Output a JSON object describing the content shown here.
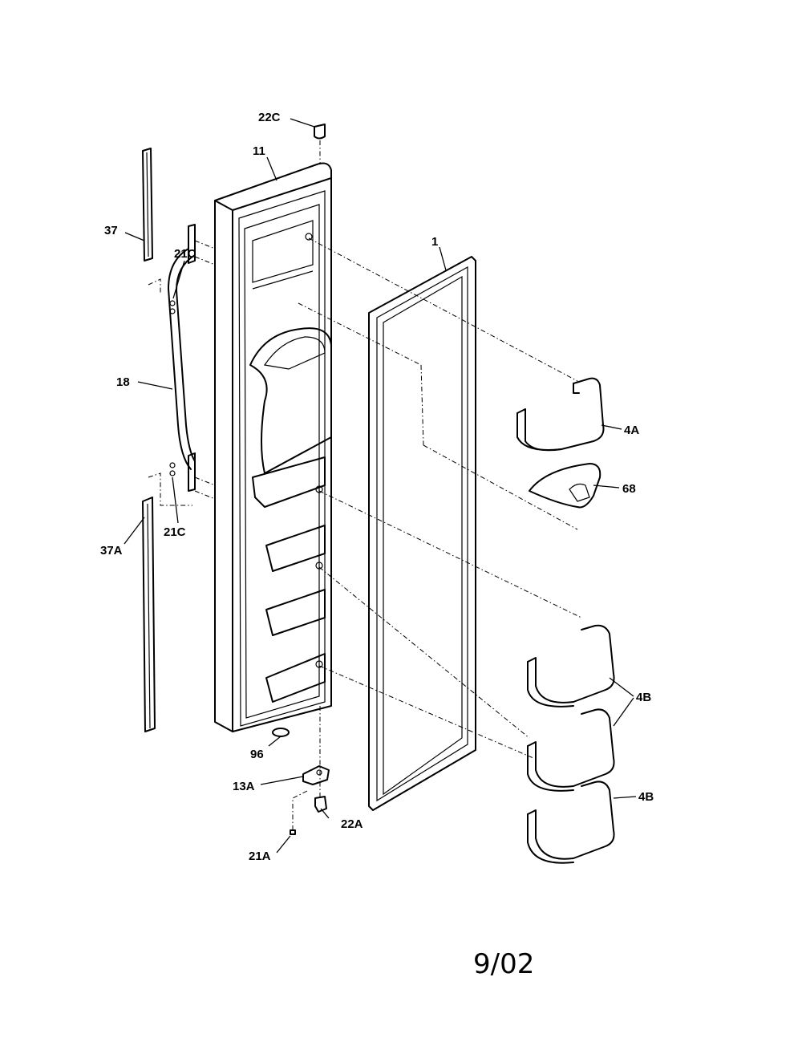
{
  "labels": {
    "p22C": "22C",
    "p11": "11",
    "p37": "37",
    "p21C_top": "21C",
    "p1": "1",
    "p18": "18",
    "p4A": "4A",
    "p68": "68",
    "p21C_bottom": "21C",
    "p37A": "37A",
    "p4B_pair": "4B",
    "p96": "96",
    "p13A": "13A",
    "p22A": "22A",
    "p4B_single": "4B",
    "p21A": "21A"
  },
  "date": "9/02"
}
